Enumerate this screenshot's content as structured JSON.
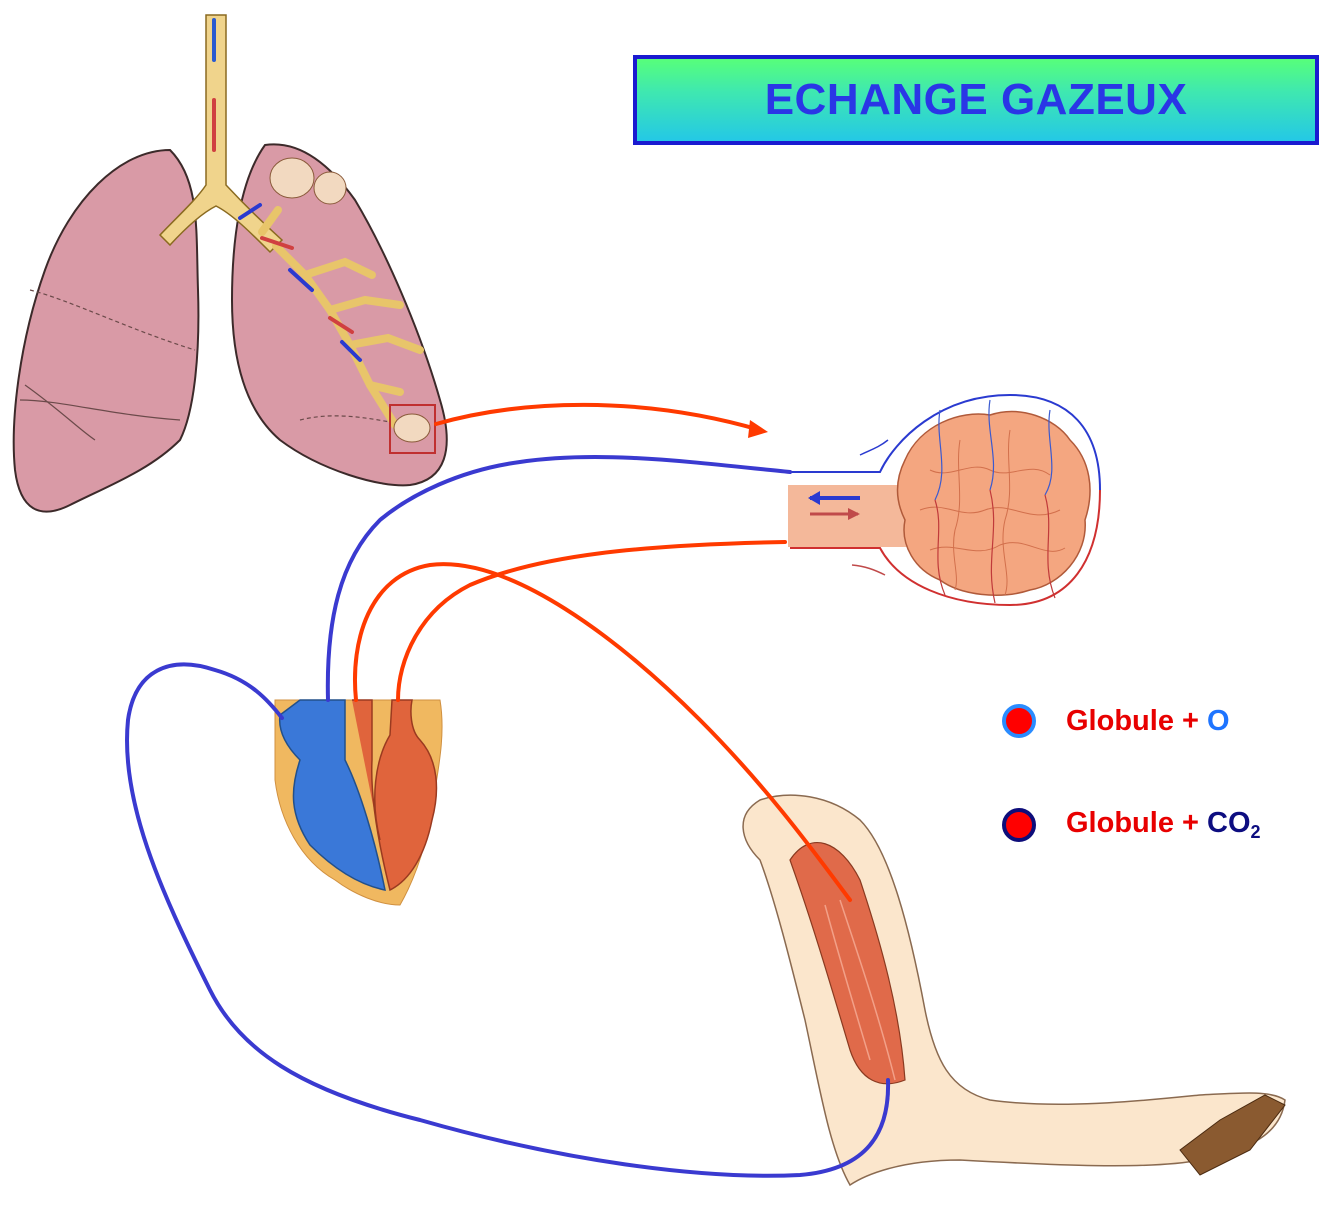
{
  "title": "ECHANGE GAZEUX",
  "legend": [
    {
      "word": "Globule",
      "plus": "+",
      "gas": "O",
      "gas_sub": "",
      "dot_fill": "#ff0000",
      "dot_ring": "#2a8cff"
    },
    {
      "word": "Globule",
      "plus": "+",
      "gas": "CO",
      "gas_sub": "2",
      "dot_fill": "#ff0000",
      "dot_ring": "#0d0d7a"
    }
  ],
  "colors": {
    "oxygenated": "#ff3a00",
    "deoxygenated": "#3a3ad0",
    "title_text": "#2a36e6",
    "title_border": "#1a1ad0"
  }
}
